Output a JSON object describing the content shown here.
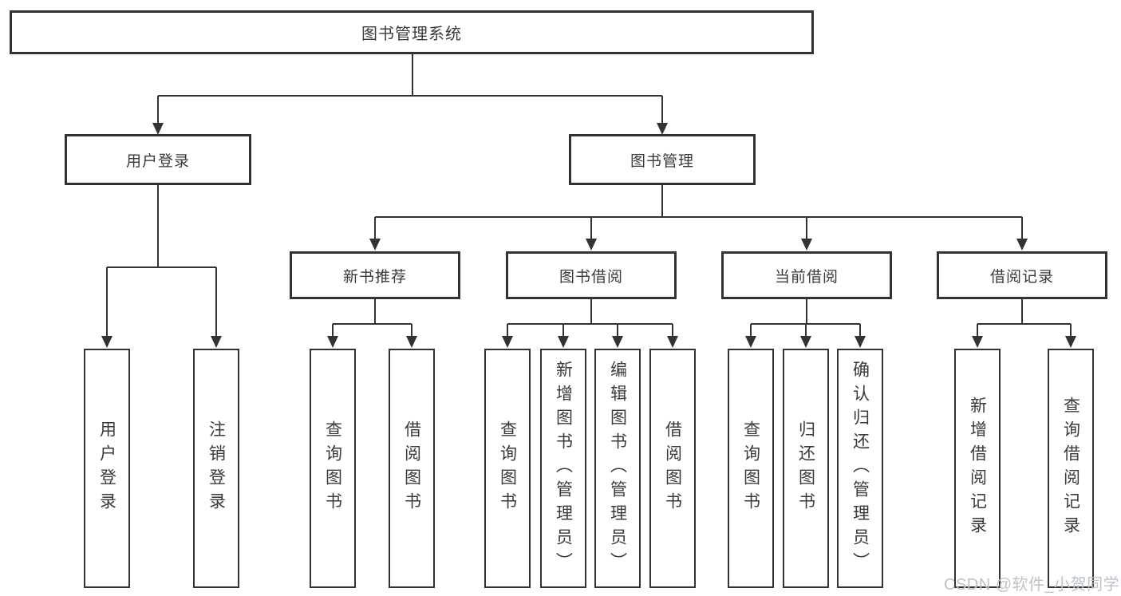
{
  "diagram": {
    "tree": {
      "root": {
        "label": "图书管理系统"
      },
      "branches": [
        {
          "label": "用户登录",
          "children": [
            {
              "label": "用户登录"
            },
            {
              "label": "注销登录"
            }
          ]
        },
        {
          "label": "图书管理",
          "groups": [
            {
              "label": "新书推荐",
              "children": [
                {
                  "label": "查询图书"
                },
                {
                  "label": "借阅图书"
                }
              ]
            },
            {
              "label": "图书借阅",
              "children": [
                {
                  "label": "查询图书"
                },
                {
                  "label": "新增图书（管理员）"
                },
                {
                  "label": "编辑图书（管理员）"
                },
                {
                  "label": "借阅图书"
                }
              ]
            },
            {
              "label": "当前借阅",
              "children": [
                {
                  "label": "查询图书"
                },
                {
                  "label": "归还图书"
                },
                {
                  "label": "确认归还（管理员）"
                }
              ]
            },
            {
              "label": "借阅记录",
              "children": [
                {
                  "label": "新增借阅记录"
                },
                {
                  "label": "查询借阅记录"
                }
              ]
            }
          ]
        }
      ]
    },
    "watermark": "CSDN @软件_小贺同学",
    "colors": {
      "line": "#333333",
      "text": "#3a3a3a",
      "box_background": "#ffffff",
      "watermark": "#bcc2c9"
    }
  }
}
